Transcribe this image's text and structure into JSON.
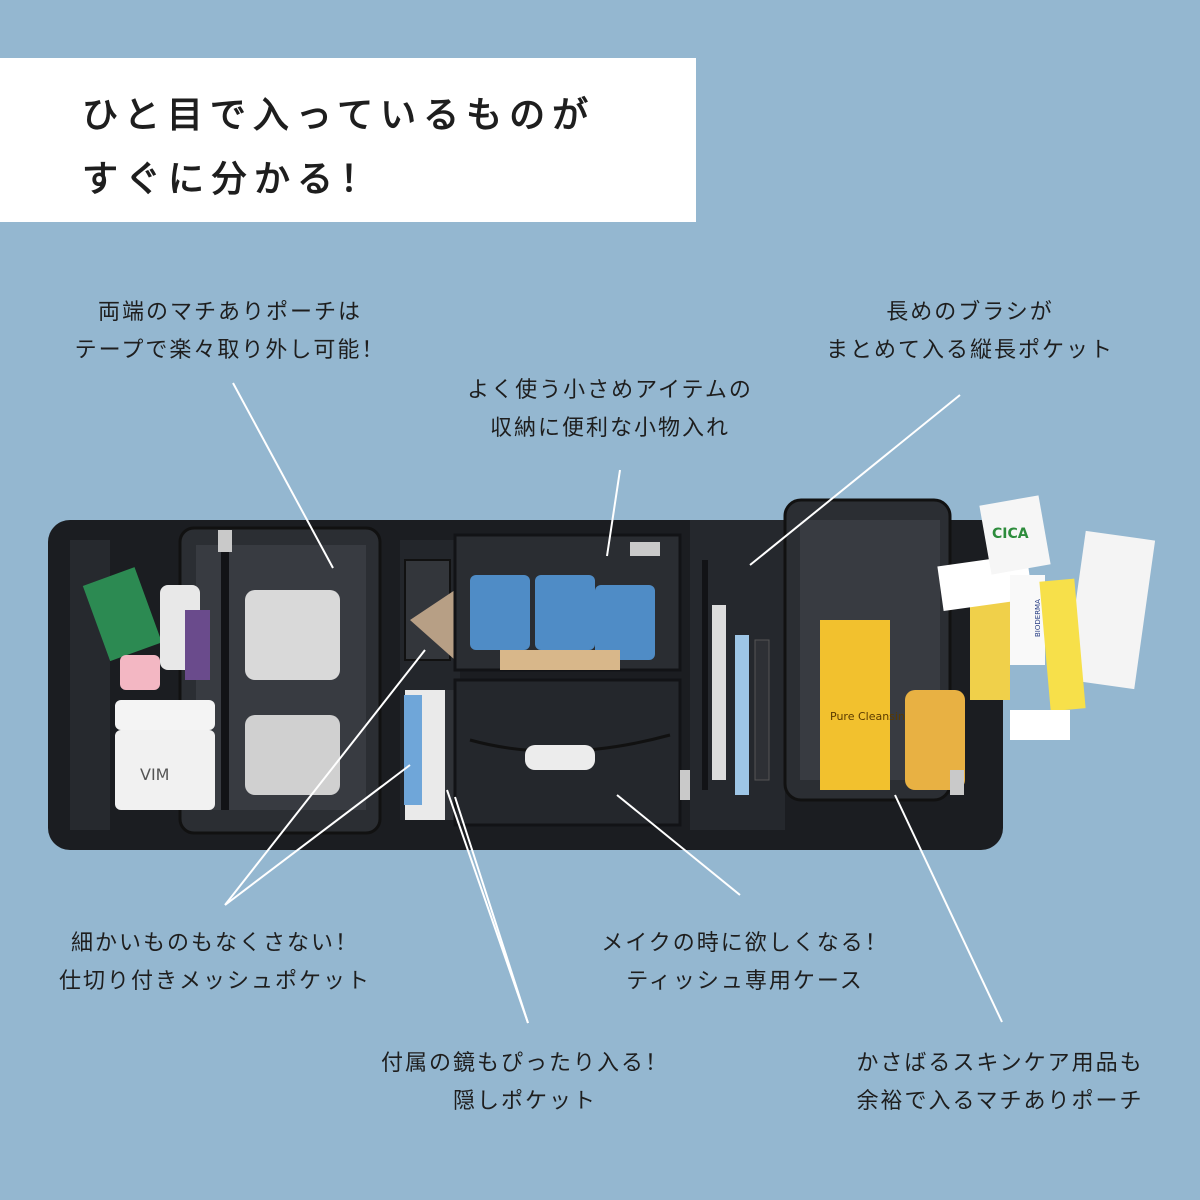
{
  "title": {
    "line1": "ひと目で入っているものが",
    "line2": "すぐに分かる！"
  },
  "captions": {
    "pouch_removable": [
      "両端のマチありポーチは",
      "テープで楽々取り外し可能！"
    ],
    "brush_pocket": [
      "長めのブラシが",
      "まとめて入る縦長ポケット"
    ],
    "small_items": [
      "よく使う小さめアイテムの",
      "収納に便利な小物入れ"
    ],
    "mesh_pocket": [
      "細かいものもなくさない！",
      "仕切り付きメッシュポケット"
    ],
    "tissue_case": [
      "メイクの時に欲しくなる！",
      "ティッシュ専用ケース"
    ],
    "mirror_pocket": [
      "付属の鏡もぴったり入る！",
      "隠しポケット"
    ],
    "skincare_pouch": [
      "かさばるスキンケア用品も",
      "余裕で入るマチありポーチ"
    ]
  },
  "product_labels": {
    "cica": "CICA",
    "bioderma": "BIODERMA",
    "pure_cleansing": "Pure Cleansing Oil",
    "vim": "VIM"
  },
  "colors": {
    "background": "#94b7d0",
    "bag": "#1b1d21",
    "title_box": "#ffffff",
    "leader_line": "#ffffff"
  }
}
